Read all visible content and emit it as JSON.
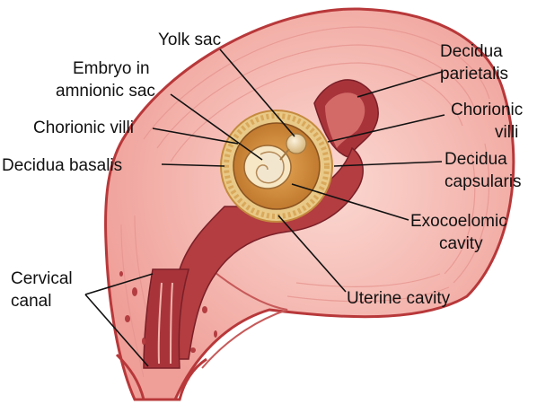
{
  "labels": {
    "yolk_sac": "Yolk sac",
    "embryo_line1": "Embryo in",
    "embryo_line2": "amnionic sac",
    "chorionic_villi_left": "Chorionic villi",
    "decidua_basalis": "Decidua basalis",
    "cervical_canal_line1": "Cervical",
    "cervical_canal_line2": "canal",
    "decidua_parietalis_line1": "Decidua",
    "decidua_parietalis_line2": "parietalis",
    "chorionic_villi_right_line1": "Chorionic",
    "chorionic_villi_right_line2": "villi",
    "decidua_capsularis_line1": "Decidua",
    "decidua_capsularis_line2": "capsularis",
    "exocoelomic_line1": "Exocoelomic",
    "exocoelomic_line2": "cavity",
    "uterine_cavity": "Uterine cavity"
  },
  "colors": {
    "uterus_wall": "#f2b3ac",
    "uterus_outline": "#b8383a",
    "myometrium_line": "#e79590",
    "decidua": "#a8343a",
    "decidua_dark": "#7a1f28",
    "chorion": "#c58a3e",
    "chorion_light": "#e9c987",
    "exocoelom": "#d79a55",
    "embryo": "#f3e6cf",
    "leader": "#111111"
  }
}
